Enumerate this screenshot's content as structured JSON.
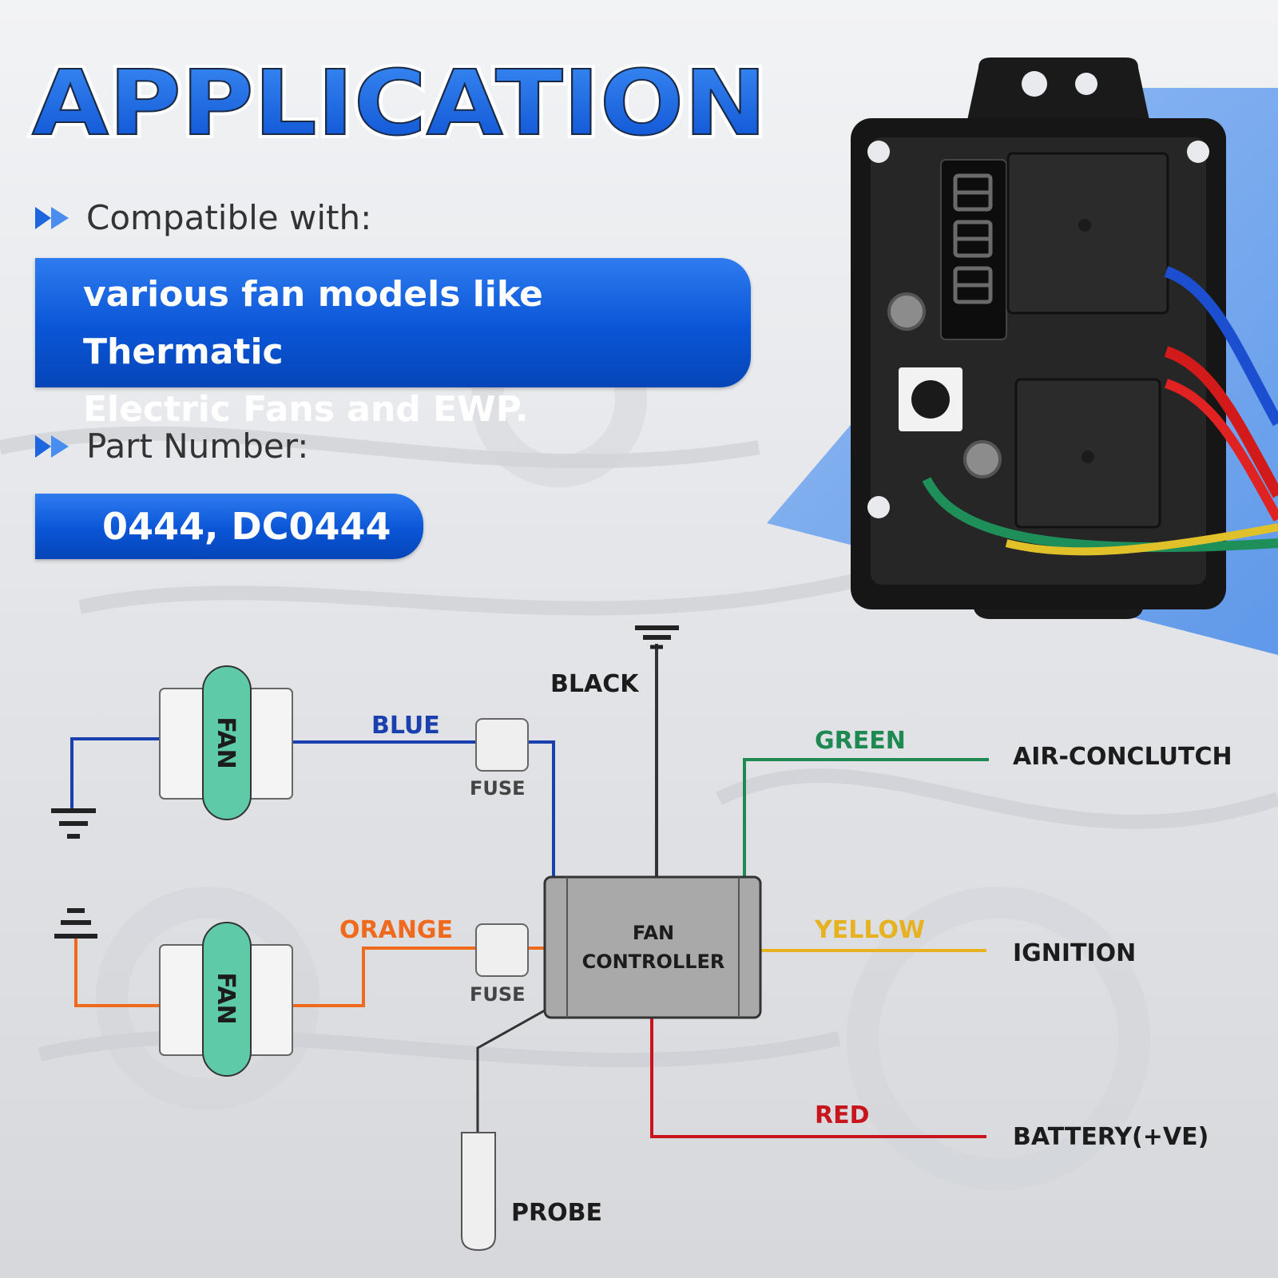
{
  "title": "APPLICATION",
  "compatible": {
    "heading": "Compatible with:",
    "line1": "various fan models like Thermatic",
    "line2": "Electric Fans and EWP."
  },
  "part": {
    "heading": "Part Number:",
    "value": "0444, DC0444"
  },
  "diagram": {
    "fan_label": "FAN",
    "controller_line1": "FAN",
    "controller_line2": "CONTROLLER",
    "fuse_label": "FUSE",
    "probe_label": "PROBE",
    "wires": {
      "black": "BLACK",
      "blue": "BLUE",
      "orange": "ORANGE",
      "green": "GREEN",
      "yellow": "YELLOW",
      "red": "RED"
    },
    "terminals": {
      "air": "AIR-CONCLUTCH",
      "ignition": "IGNITION",
      "battery": "BATTERY(+VE)"
    },
    "colors": {
      "black": "#333333",
      "blue": "#1a3fae",
      "orange": "#f06a1e",
      "green": "#1e8a52",
      "yellow": "#e6b21f",
      "red": "#c8141c",
      "fan_fill": "#5fcaa7",
      "controller_fill": "#a9a9a9",
      "accent_blue": "#0a55d6"
    }
  }
}
